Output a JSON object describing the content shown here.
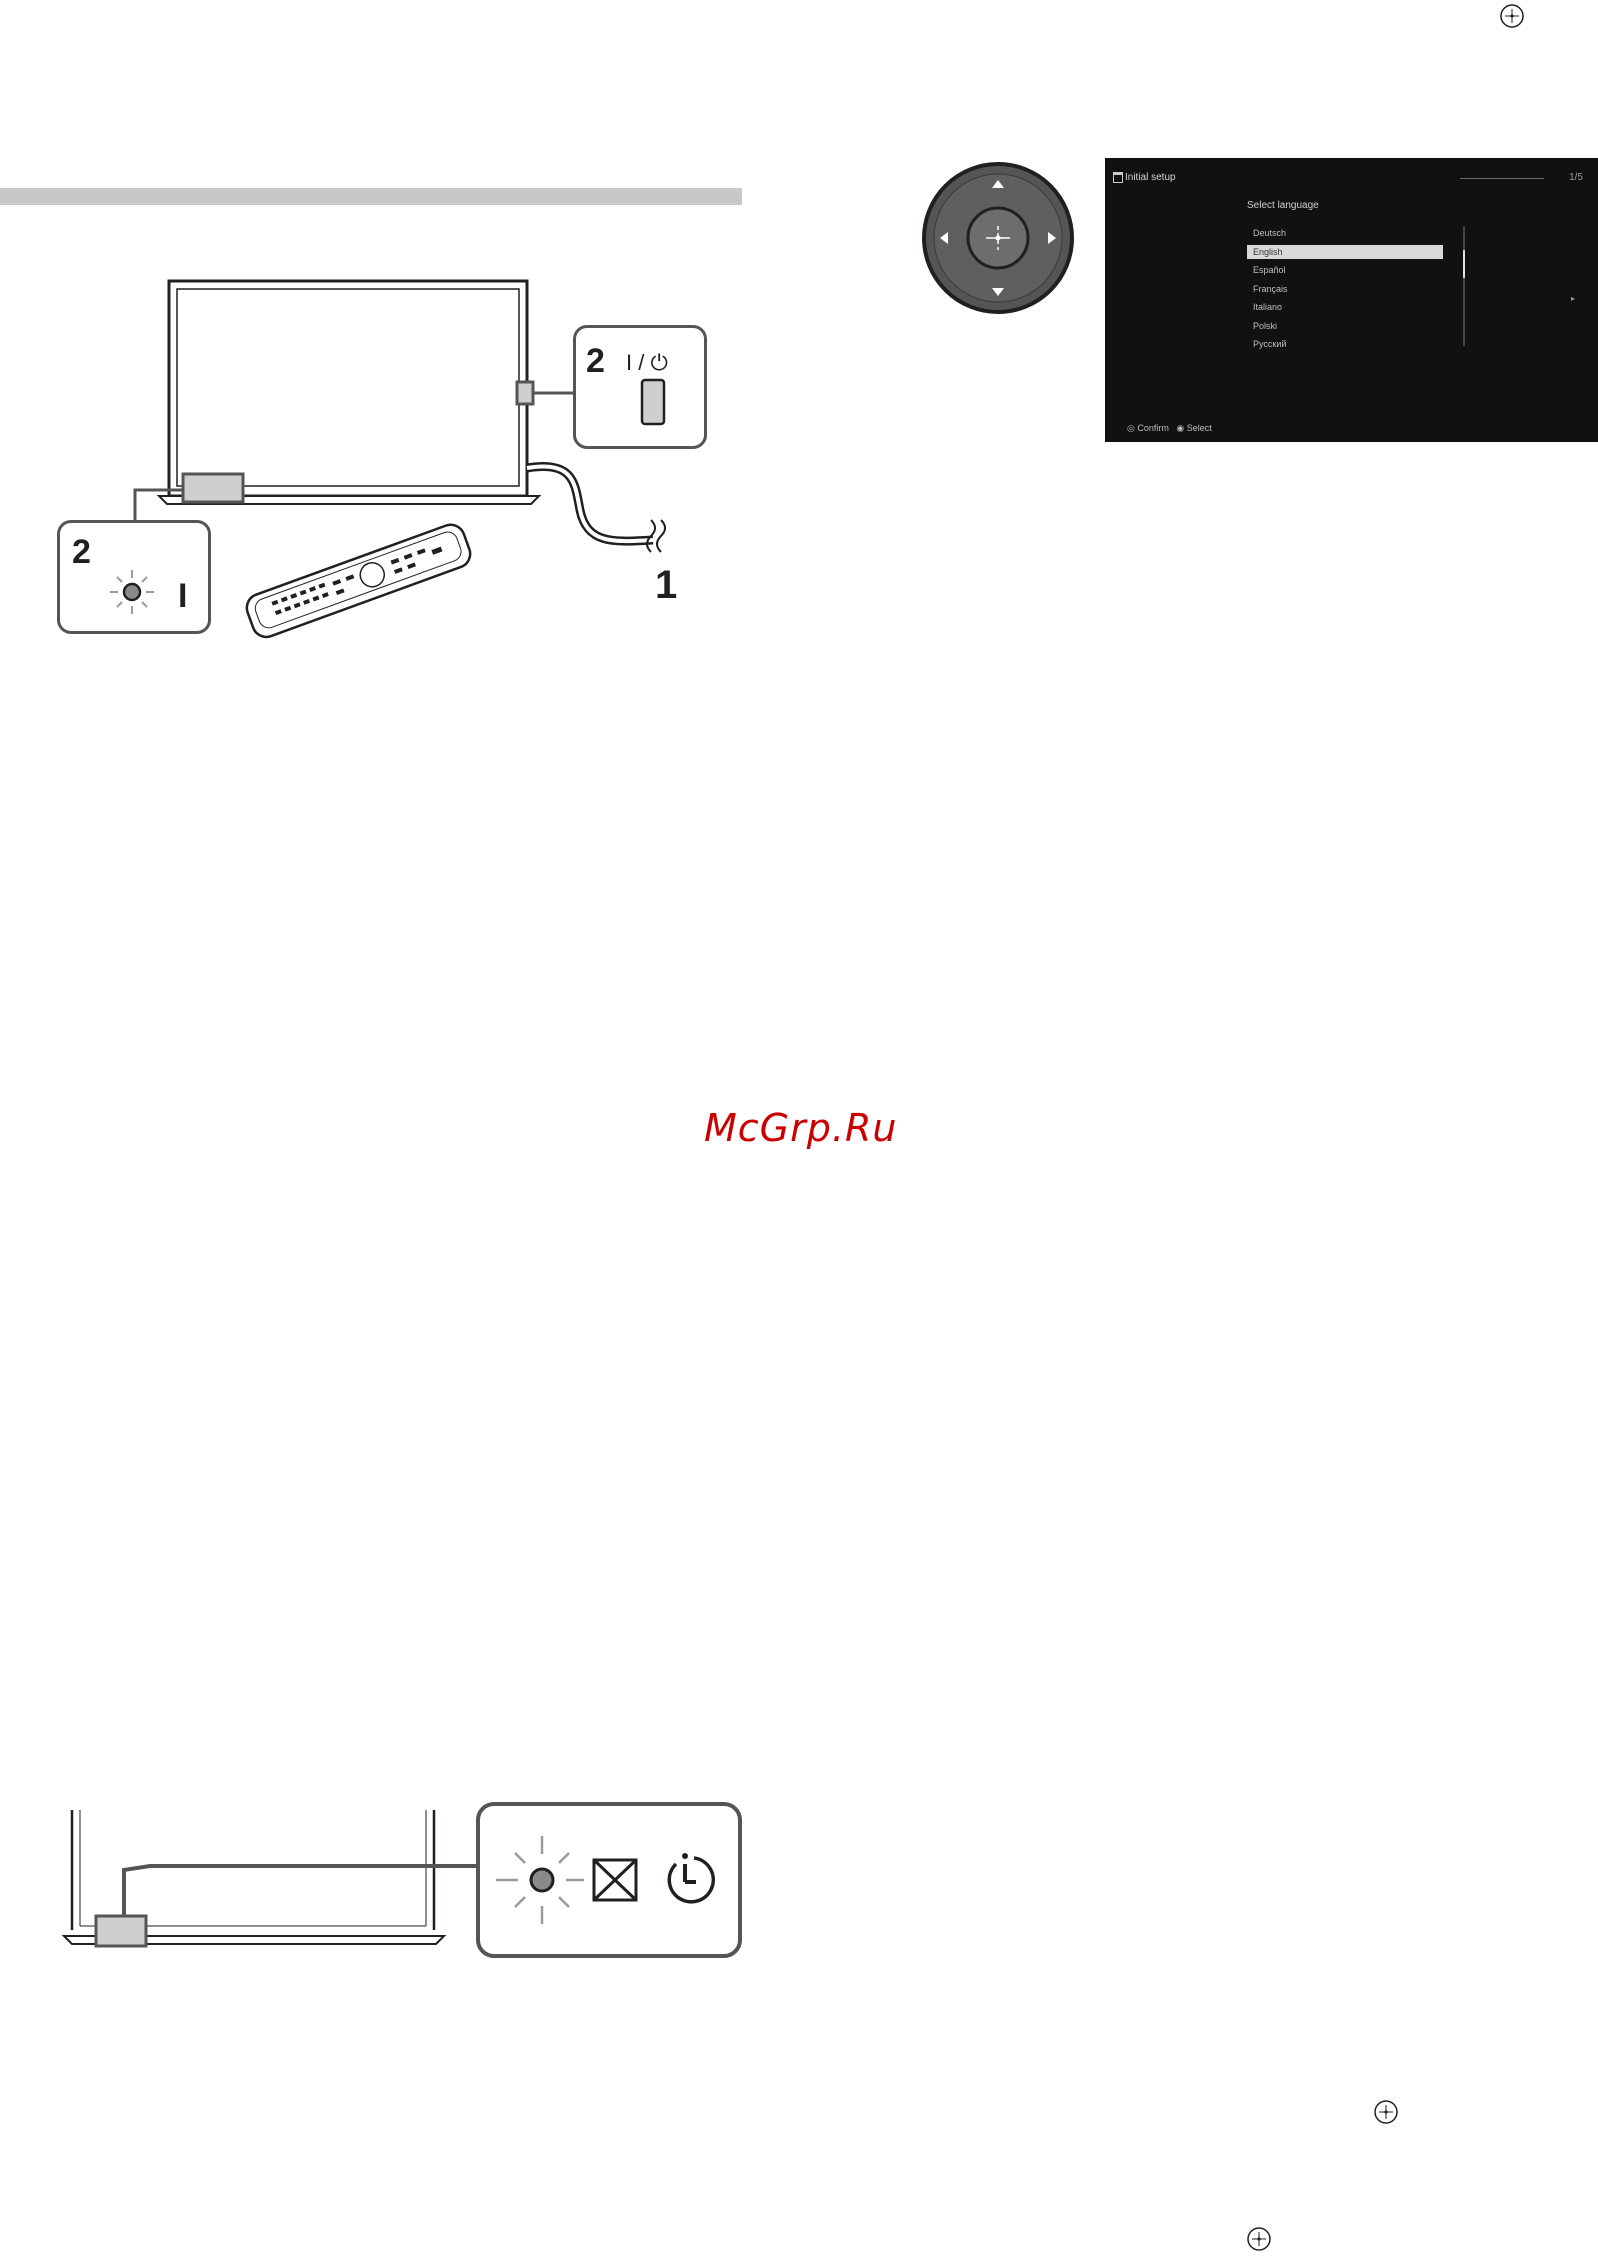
{
  "header_icon": "enter-button-icon",
  "section_bar_color": "#c8c8c8",
  "tv_diagram": {
    "callout_power": {
      "step": "2",
      "symbol": "I / ⏻"
    },
    "callout_indicator": {
      "step": "2",
      "symbol": "I"
    },
    "cable_step": "1"
  },
  "remote_dpad": {
    "icons": [
      "up-arrow-icon",
      "left-arrow-icon",
      "center-enter-icon",
      "right-arrow-icon",
      "down-arrow-icon"
    ]
  },
  "osd_screen": {
    "title": "Initial setup",
    "step": "1/5",
    "heading": "Select language",
    "languages": [
      "Deutsch",
      "English",
      "Español",
      "Français",
      "Italiano",
      "Polski",
      "Русский"
    ],
    "selected_index": 1,
    "footer_left": "Confirm",
    "footer_right": "Select"
  },
  "watermark": "McGrp.Ru",
  "indicator_diagram": {
    "icons": [
      "blinking-led-icon",
      "picture-off-icon",
      "timer-icon"
    ]
  },
  "inline_enter_icons": [
    "enter-button-icon",
    "enter-button-icon"
  ]
}
